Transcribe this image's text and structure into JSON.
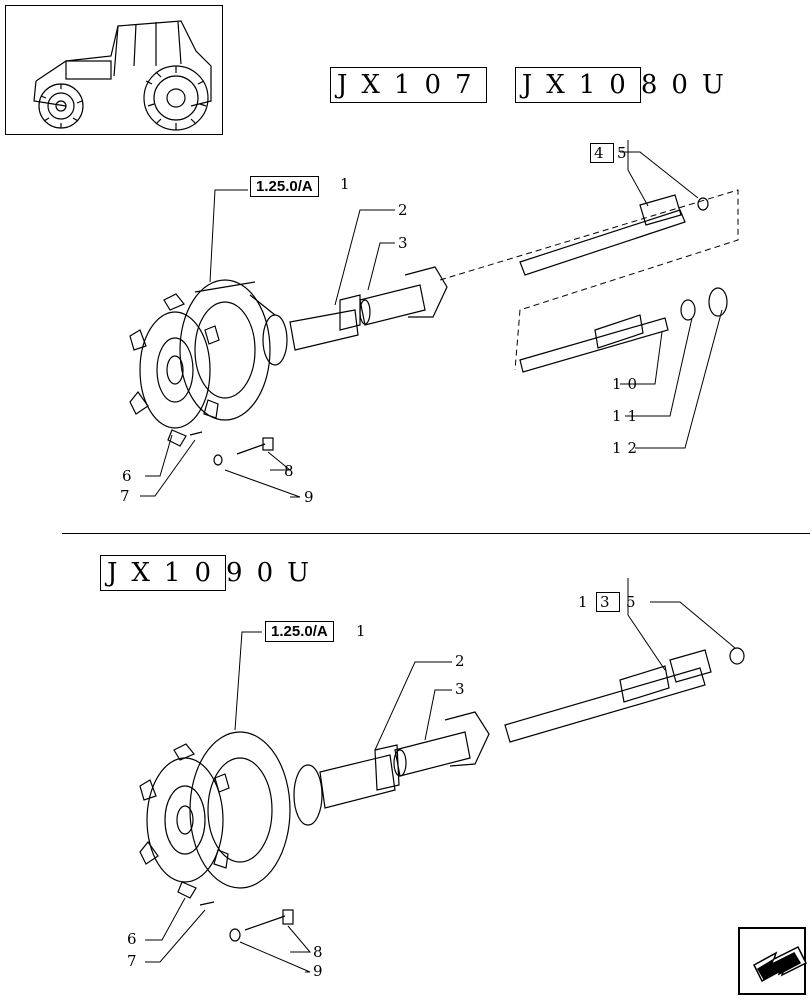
{
  "top_section": {
    "model_boxed": "JX107",
    "model_boxed_2": "JX10",
    "model_suffix": "80U",
    "ref": "1.25.0/A",
    "labels": {
      "l1": "1",
      "l2": "2",
      "l3": "3",
      "l4": "4",
      "l5": "5",
      "l6": "6",
      "l7": "7",
      "l8": "8",
      "l9": "9",
      "l10": "10",
      "l11": "11",
      "l12": "12"
    }
  },
  "bottom_section": {
    "model_boxed": "JX10",
    "model_suffix": "90U",
    "ref": "1.25.0/A",
    "labels": {
      "l1": "1",
      "l2": "2",
      "l3": "3",
      "l13a": "1",
      "l13b": "3",
      "l5": "5",
      "l6": "6",
      "l7": "7",
      "l8": "8",
      "l9": "9"
    }
  },
  "icons": {
    "thumbnail": "tractor-icon",
    "nav": "arrow-back-icon"
  }
}
